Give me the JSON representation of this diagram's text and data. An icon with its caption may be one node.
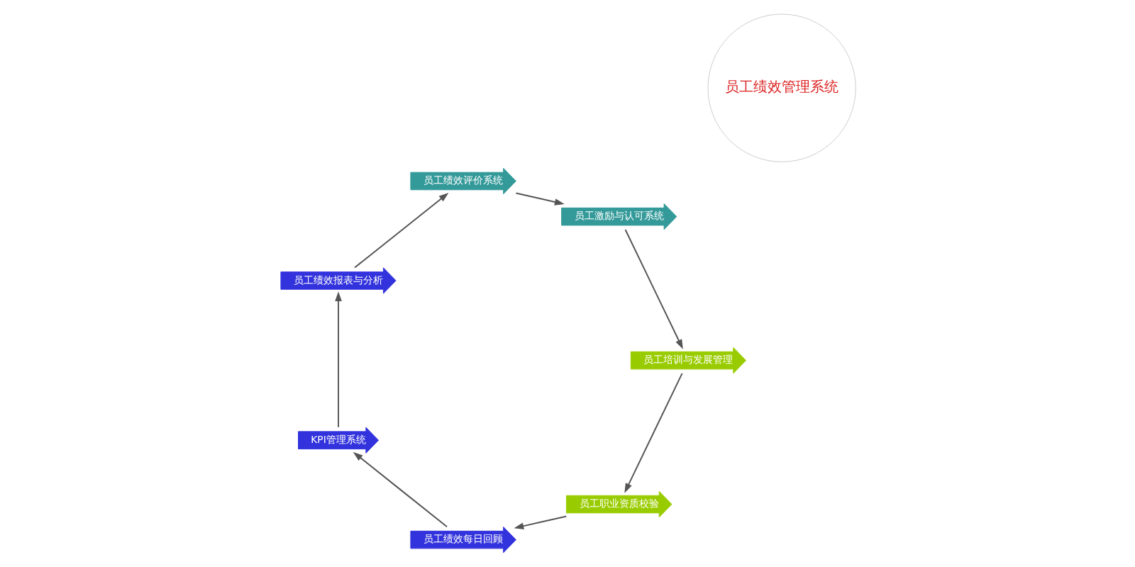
{
  "diagram": {
    "nodes": [
      {
        "text": [
          "员工绩效管理系统"
        ]
      },
      {
        "text": [
          "员工职业资质校验"
        ]
      },
      {
        "text": [
          "员工绩效每日回顾"
        ]
      },
      {
        "text": [
          "KPI管理系统"
        ]
      },
      {
        "text": [
          "员工绩效报表与分析"
        ]
      },
      {
        "text": [
          "员工绩效评价系统"
        ]
      },
      {
        "text": [
          "员工激励与认可系统"
        ]
      },
      {
        "text": [
          "员工培训与发展管理"
        ]
      }
    ],
    "edges": [
      {
        "from": 1,
        "to": 2,
        "arrow": "to"
      },
      {
        "from": 2,
        "to": 3,
        "arrow": "to"
      },
      {
        "from": 3,
        "to": 4,
        "arrow": "to"
      },
      {
        "from": 4,
        "to": 5,
        "arrow": "to"
      },
      {
        "from": 5,
        "to": 6,
        "arrow": "to"
      },
      {
        "from": 6,
        "to": 7,
        "arrow": "to"
      },
      {
        "from": 7,
        "to": 1,
        "arrow": "to"
      }
    ]
  }
}
